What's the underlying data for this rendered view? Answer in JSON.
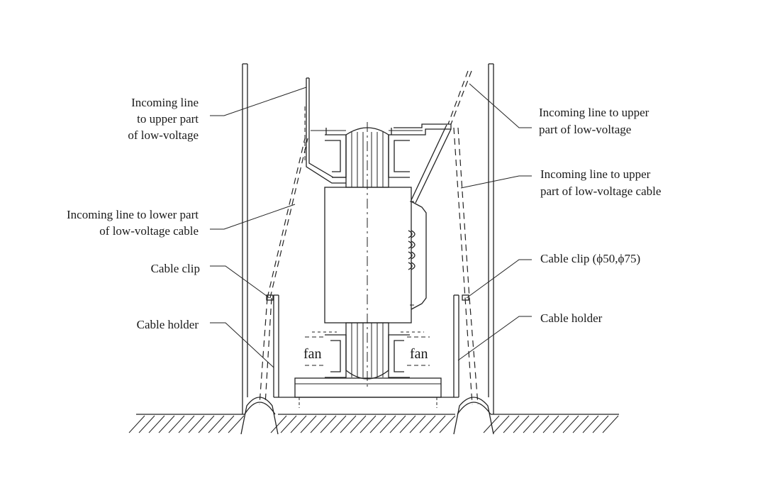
{
  "labels": {
    "upper_left": [
      "Incoming line",
      "to upper part",
      "of low-voltage"
    ],
    "lower_left": [
      "Incoming line to lower part",
      "of low-voltage cable"
    ],
    "clip_left": "Cable clip",
    "holder_left": "Cable holder",
    "upper_right_1": [
      "Incoming line to upper",
      "part of low-voltage"
    ],
    "upper_right_2": [
      "Incoming line to upper",
      "part of low-voltage cable"
    ],
    "clip_right": "Cable clip (ϕ50,ϕ75)",
    "holder_right": "Cable holder",
    "fan_left": "fan",
    "fan_right": "fan"
  }
}
